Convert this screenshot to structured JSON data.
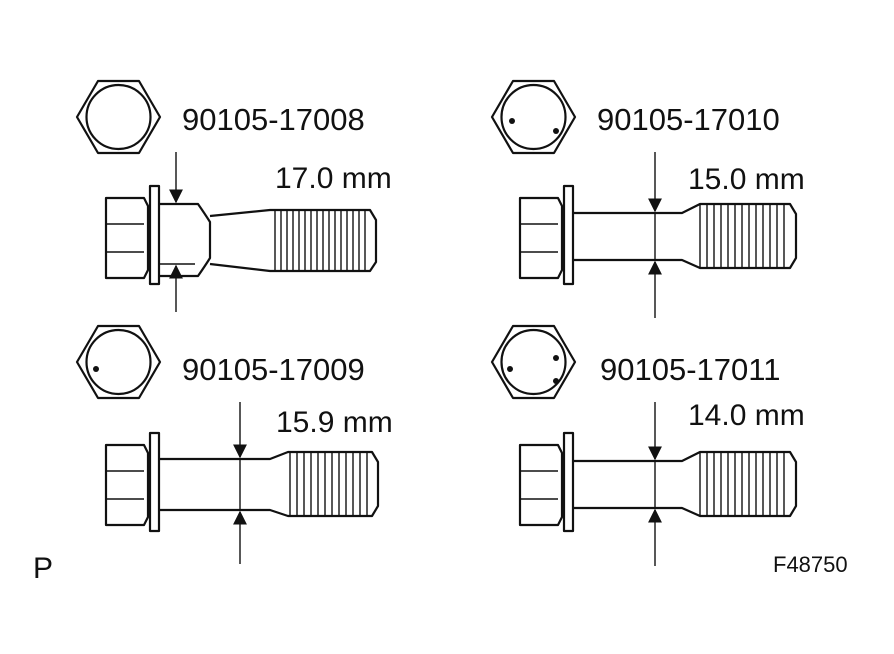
{
  "diagram": {
    "bolts": [
      {
        "part_number": "90105-17008",
        "diameter": "17.0 mm",
        "head_marks": 0
      },
      {
        "part_number": "90105-17010",
        "diameter": "15.0 mm",
        "head_marks": 2
      },
      {
        "part_number": "90105-17009",
        "diameter": "15.9 mm",
        "head_marks": 1
      },
      {
        "part_number": "90105-17011",
        "diameter": "14.0 mm",
        "head_marks": 3
      }
    ],
    "corner_label": "P",
    "figure_id": "F48750"
  }
}
